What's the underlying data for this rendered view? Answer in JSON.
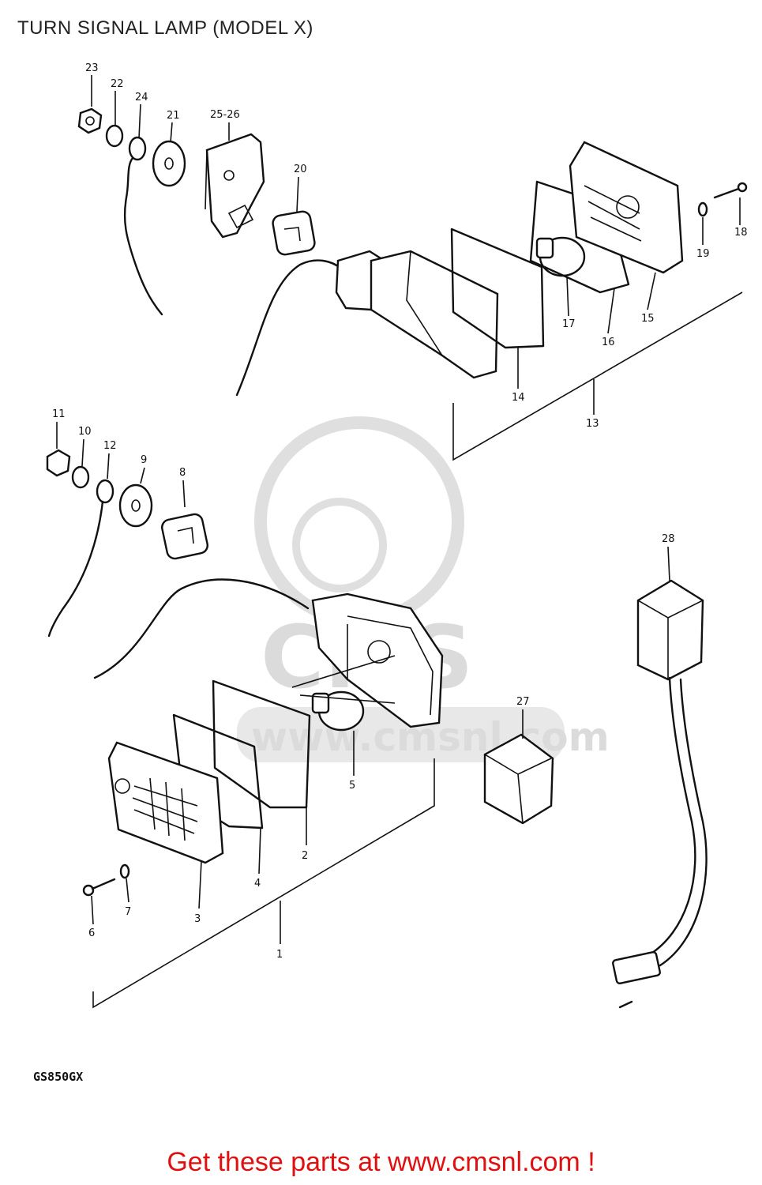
{
  "title": "TURN SIGNAL LAMP (MODEL X)",
  "model_code": "GS850GX",
  "footer_text": "Get these parts at www.cmsnl.com !",
  "watermark": "www.cmsnl.com",
  "colors": {
    "footer": "#e01010",
    "line": "#111111",
    "watermark": "#d8d8d8"
  },
  "callouts": {
    "c1": "1",
    "c2": "2",
    "c3": "3",
    "c4": "4",
    "c5": "5",
    "c6": "6",
    "c7": "7",
    "c8": "8",
    "c9": "9",
    "c10": "10",
    "c11": "11",
    "c12": "12",
    "c13": "13",
    "c14": "14",
    "c15": "15",
    "c16": "16",
    "c17": "17",
    "c18": "18",
    "c19": "19",
    "c20": "20",
    "c21": "21",
    "c22": "22",
    "c23": "23",
    "c24": "24",
    "c2526": "25-26",
    "c27": "27",
    "c28": "28"
  }
}
